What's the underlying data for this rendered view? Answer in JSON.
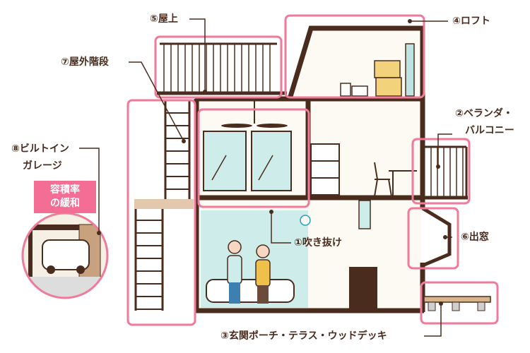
{
  "labels": {
    "rooftop": "⑤屋上",
    "loft": "④ロフト",
    "outdoor_stairs": "⑦屋外階段",
    "veranda_line1": "②ベランダ・",
    "veranda_line2": "バルコニー",
    "garage_line1": "⑧ビルトイン",
    "garage_line2": "ガレージ",
    "atrium": "①吹き抜け",
    "bay_window": "⑥出窓",
    "porch": "③玄関ポーチ・テラス・ウッドデッキ"
  },
  "badge": {
    "line1": "容積率",
    "line2": "の緩和"
  },
  "colors": {
    "accent": "#f07a9a",
    "wall": "#4a2c1e",
    "glass": "#cdecea",
    "badge": "#f46d94"
  }
}
